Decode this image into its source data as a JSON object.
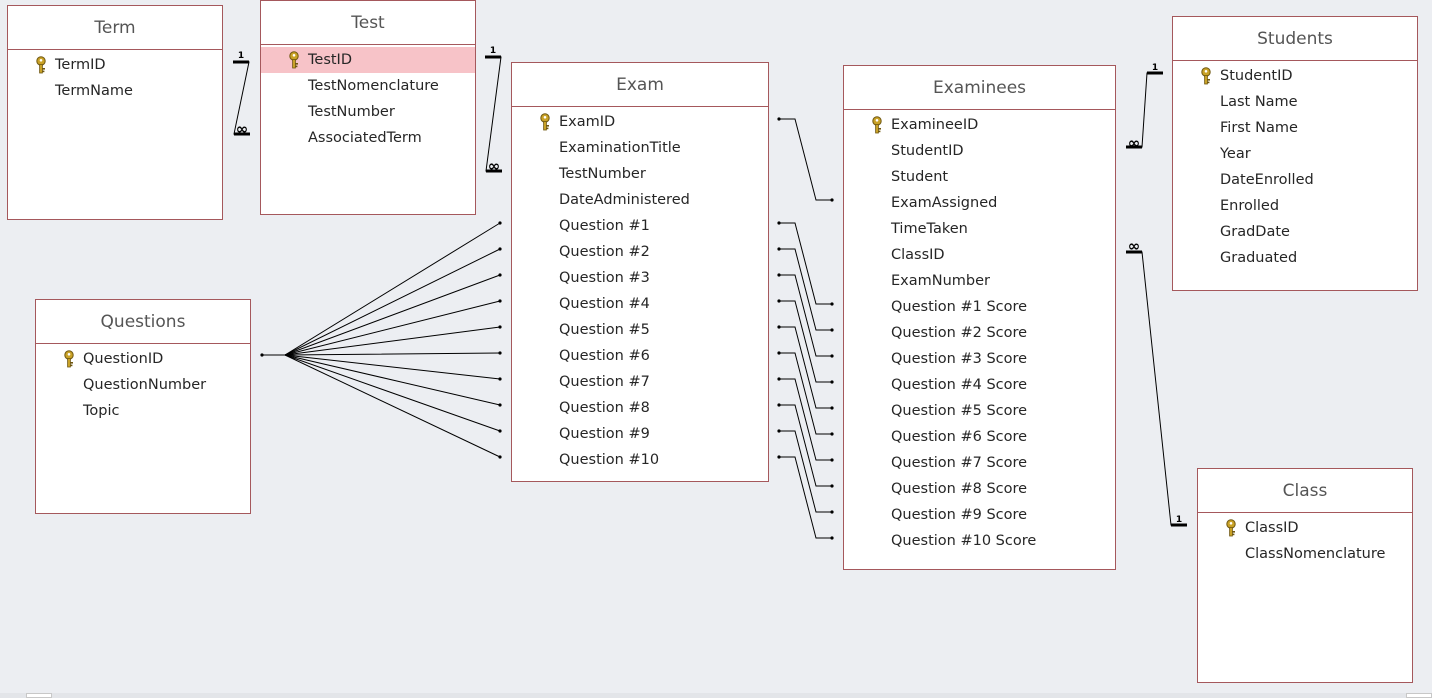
{
  "tables": [
    {
      "id": "term",
      "title": "Term",
      "fields": [
        {
          "name": "TermID",
          "key": true
        },
        {
          "name": "TermName"
        }
      ]
    },
    {
      "id": "test",
      "title": "Test",
      "fields": [
        {
          "name": "TestID",
          "key": true,
          "selected": true
        },
        {
          "name": "TestNomenclature"
        },
        {
          "name": "TestNumber"
        },
        {
          "name": "AssociatedTerm"
        }
      ]
    },
    {
      "id": "exam",
      "title": "Exam",
      "fields": [
        {
          "name": "ExamID",
          "key": true
        },
        {
          "name": "ExaminationTitle"
        },
        {
          "name": "TestNumber"
        },
        {
          "name": "DateAdministered"
        },
        {
          "name": "Question #1"
        },
        {
          "name": "Question #2"
        },
        {
          "name": "Question #3"
        },
        {
          "name": "Question #4"
        },
        {
          "name": "Question #5"
        },
        {
          "name": "Question #6"
        },
        {
          "name": "Question #7"
        },
        {
          "name": "Question #8"
        },
        {
          "name": "Question #9"
        },
        {
          "name": "Question #10"
        }
      ]
    },
    {
      "id": "examinees",
      "title": "Examinees",
      "fields": [
        {
          "name": "ExamineeID",
          "key": true
        },
        {
          "name": "StudentID"
        },
        {
          "name": "Student"
        },
        {
          "name": "ExamAssigned"
        },
        {
          "name": "TimeTaken"
        },
        {
          "name": "ClassID"
        },
        {
          "name": "ExamNumber"
        },
        {
          "name": "Question #1 Score"
        },
        {
          "name": "Question #2 Score"
        },
        {
          "name": "Question #3 Score"
        },
        {
          "name": "Question #4 Score"
        },
        {
          "name": "Question #5 Score"
        },
        {
          "name": "Question #6 Score"
        },
        {
          "name": "Question #7 Score"
        },
        {
          "name": "Question #8 Score"
        },
        {
          "name": "Question #9 Score"
        },
        {
          "name": "Question #10 Score"
        }
      ]
    },
    {
      "id": "students",
      "title": "Students",
      "fields": [
        {
          "name": "StudentID",
          "key": true
        },
        {
          "name": "Last Name"
        },
        {
          "name": "First Name"
        },
        {
          "name": "Year"
        },
        {
          "name": "DateEnrolled"
        },
        {
          "name": "Enrolled"
        },
        {
          "name": "GradDate"
        },
        {
          "name": "Graduated"
        }
      ]
    },
    {
      "id": "questions",
      "title": "Questions",
      "fields": [
        {
          "name": "QuestionID",
          "key": true
        },
        {
          "name": "QuestionNumber"
        },
        {
          "name": "Topic"
        }
      ]
    },
    {
      "id": "class",
      "title": "Class",
      "fields": [
        {
          "name": "ClassID",
          "key": true
        },
        {
          "name": "ClassNomenclature"
        }
      ]
    }
  ],
  "relationships": [
    {
      "from": "term.TermID",
      "to": "test.AssociatedTerm",
      "one": "1",
      "many": "∞"
    },
    {
      "from": "test.TestID",
      "to": "exam.TestNumber",
      "one": "1",
      "many": "∞"
    },
    {
      "from": "students.StudentID",
      "to": "examinees.StudentID",
      "one": "1",
      "many": "∞"
    },
    {
      "from": "class.ClassID",
      "to": "examinees.ClassID",
      "one": "1",
      "many": "∞"
    },
    {
      "from": "exam.ExamID",
      "to": "examinees.ExamAssigned"
    },
    {
      "from": "questions.QuestionID",
      "to": "exam.Question #1..#10"
    },
    {
      "from": "exam.Question #1..#10",
      "to": "examinees.Question #1..#10 Score"
    }
  ],
  "colors": {
    "canvas": "#eceef2",
    "table_border": "#a5585c",
    "selected_field": "#f7c3c8",
    "key_icon": "#c9a227",
    "relation_line": "#000000"
  },
  "icons": {
    "primary_key": "key-icon"
  }
}
